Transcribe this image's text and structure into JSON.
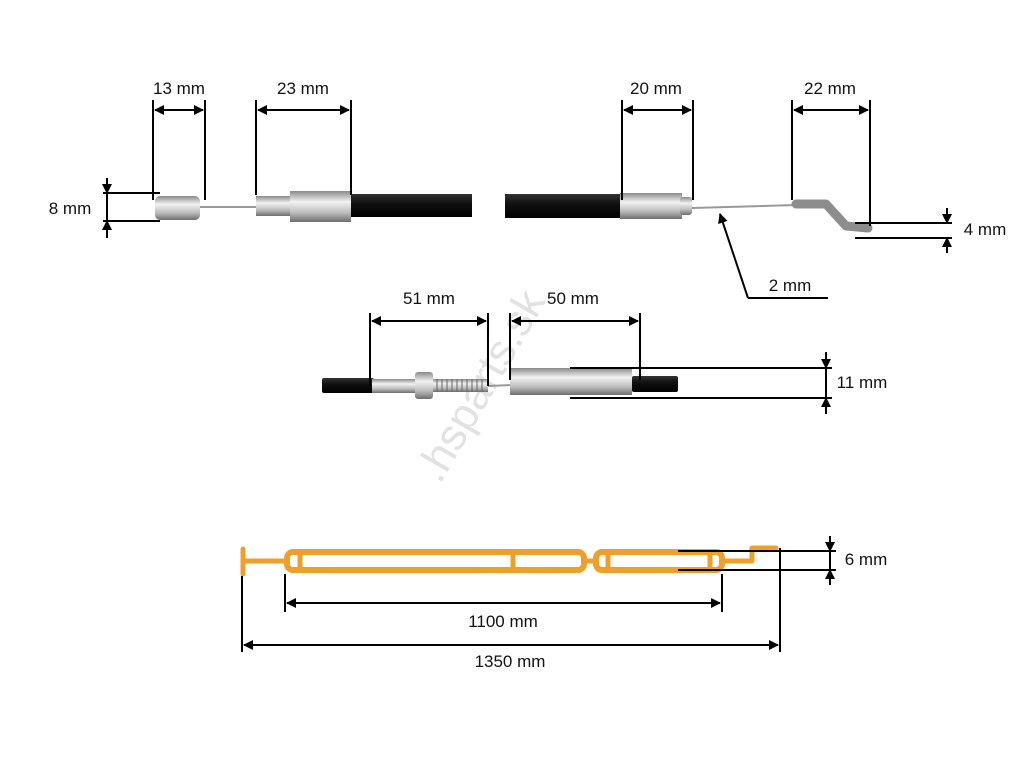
{
  "watermark": ".hsparts.sk",
  "dimensions": {
    "end_cap_length": "13 mm",
    "ferrule_left_length": "23 mm",
    "end_cap_diameter": "8 mm",
    "ferrule_right_length": "20 mm",
    "hook_length": "22 mm",
    "hook_offset": "4 mm",
    "wire_diameter": "2 mm",
    "adjuster_length": "51 mm",
    "sleeve_length": "50 mm",
    "sleeve_diameter": "11 mm",
    "hook_height": "6 mm",
    "sheath_length": "1100 mm",
    "total_length": "1350 mm"
  },
  "colors": {
    "schematic": "#f0a02a",
    "sheath": "#111111",
    "metal": "#b8b8b8"
  }
}
